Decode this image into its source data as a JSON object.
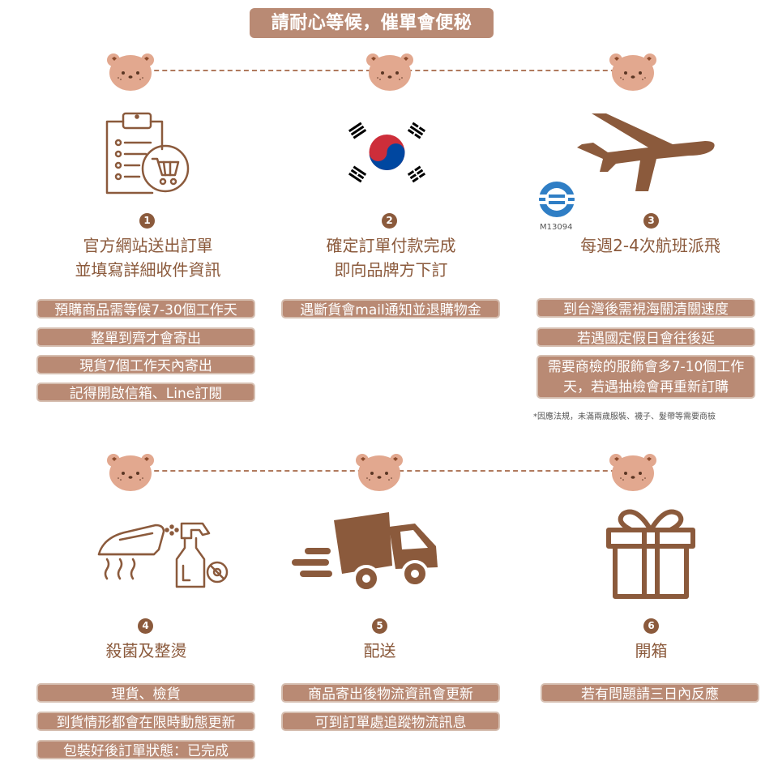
{
  "header": {
    "title": "請耐心等候，催單會便秘"
  },
  "steps": [
    {
      "number": "1",
      "title_line1": "官方網站送出訂單",
      "title_line2": "並填寫詳細收件資訊"
    },
    {
      "number": "2",
      "title_line1": "確定訂單付款完成",
      "title_line2": "即向品牌方下訂"
    },
    {
      "number": "3",
      "title_line1": "每週2-4次航班派飛"
    },
    {
      "number": "4",
      "title_line1": "殺菌及整燙"
    },
    {
      "number": "5",
      "title_line1": "配送"
    },
    {
      "number": "6",
      "title_line1": "開箱"
    }
  ],
  "notes": {
    "step1": [
      "預購商品需等候7-30個工作天",
      "整單到齊才會寄出",
      "現貨7個工作天內寄出",
      "記得開啟信箱、Line訂閱"
    ],
    "step2": [
      "遇斷貨會mail通知並退購物金"
    ],
    "step3": [
      "到台灣後需視海關清關速度",
      "若遇國定假日會往後延",
      "需要商檢的服飾會多7-10個工作天，若遇抽檢會再重新訂購"
    ],
    "step4": [
      "理貨、檢貨",
      "到貨情形都會在限時動態更新",
      "包裝好後訂單狀態：已完成"
    ],
    "step5": [
      "商品寄出後物流資訊會更新",
      "可到訂單處追蹤物流訊息"
    ],
    "step6": [
      "若有問題請三日內反應"
    ]
  },
  "footnote": "*因應法規，未滿兩歲服裝、襪子、髮帶等需要商檢",
  "bsmi_code": "M13094",
  "icons": [
    "bear-icon",
    "clipboard-cart-icon",
    "korea-flag-icon",
    "airplane-icon",
    "bsmi-mark-icon",
    "iron-spray-icon",
    "delivery-truck-icon",
    "gift-box-icon"
  ],
  "colors": {
    "brown": "#8b5a3c",
    "pill": "#b98a74",
    "bear": "#e2a88f"
  }
}
